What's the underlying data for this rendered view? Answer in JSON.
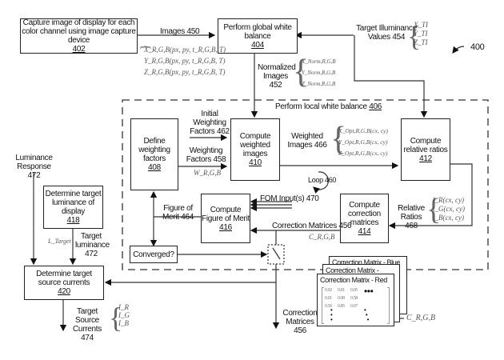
{
  "figure_number": "400",
  "boxes": {
    "capture": {
      "text": "Capture image of display for each color channel using image capture device",
      "ref": "402"
    },
    "global_wb": {
      "text": "Perform global white balance",
      "ref": "404"
    },
    "local_wb": {
      "text": "Perform local white balance",
      "ref": "406"
    },
    "define_weighting": {
      "text": "Define weighting factors",
      "ref": "408"
    },
    "compute_weighted": {
      "text": "Compute weighted images",
      "ref": "410"
    },
    "compute_ratios": {
      "text": "Compute relative ratios",
      "ref": "412"
    },
    "compute_correction": {
      "text": "Compute correction matrices",
      "ref": "414"
    },
    "compute_fom": {
      "text": "Compute Figure of Merit",
      "ref": "416"
    },
    "target_luminance": {
      "text": "Determine target luminance of display",
      "ref": "418"
    },
    "target_currents": {
      "text": "Determine target source currents",
      "ref": "420"
    },
    "converged": {
      "text": "Converged?"
    }
  },
  "labels": {
    "images": "Images 450",
    "target_illuminance": "Target Illuminance Values 454",
    "normalized_images": "Normalized Images 452",
    "initial_weighting": "Initial Weighting Factors 462",
    "weighting_factors": "Weighting Factors 458",
    "weighted_images": "Weighted Images 466",
    "loop": "Loop 460",
    "fom_inputs": "FOM Input(s) 470",
    "relative_ratios": "Relative Ratios 468",
    "correction_matrices": "Correction Matrices 456",
    "correction_matrices_out": "Correction Matrices 456",
    "figure_of_merit": "Figure of Merit 464",
    "luminance_response": "Luminance Response 472",
    "target_luminance": "Target luminance 472",
    "target_source_currents": "Target Source Currents 474"
  },
  "math": {
    "images": [
      "X_R,G,B(px, py, t_R,G,B, T)",
      "Y_R,G,B(px, py, t_R,G,B, T)",
      "Z_R,G,B(px, py, t_R,G,B, T)"
    ],
    "target_illuminance": [
      "X_TI",
      "Y_TI",
      "Z_TI"
    ],
    "normalized": [
      "X_Norm,R,G,B",
      "Y_Norm,R,G,B",
      "Z_Norm,R,G,B"
    ],
    "weighting": "W_R,G,B",
    "weighted": [
      "X_Opt,R,G,B(cx, cy)",
      "Y_Opt,R,G,B(cx, cy)",
      "Z_Opt,R,G,B(cx, cy)"
    ],
    "ratios": [
      "l_R(cx, cy)",
      "l_G(cx, cy)",
      "l_B(cx, cy)"
    ],
    "correction": "C_R,G,B",
    "correction_stack": "C_R,G,B",
    "l_target": "L_Target",
    "currents": [
      "I_R",
      "I_G",
      "I_B"
    ]
  },
  "matrices": {
    "titles": [
      "Correction Matrix - Blue",
      "Correction Matrix - Green",
      "Correction Matrix - Red"
    ],
    "values": [
      [
        "0.92",
        "0.81",
        "0.05"
      ],
      [
        "0.01",
        "0.90",
        "0.58"
      ],
      [
        "0.56",
        "0.85",
        "0.07"
      ]
    ]
  }
}
